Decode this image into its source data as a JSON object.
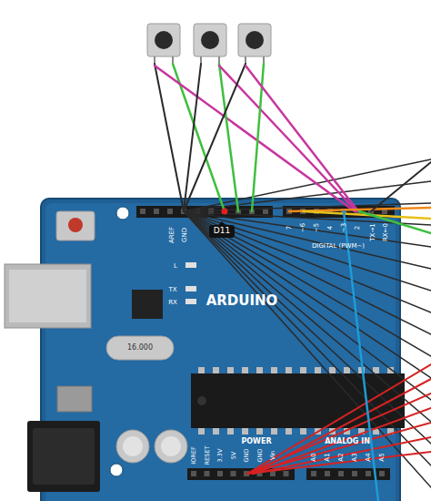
{
  "diagram": {
    "nodes": [
      {
        "text": [
          "D11"
        ]
      }
    ],
    "labels": [
      "AREF",
      "GND",
      "L",
      "TX",
      "RX",
      "ARDUINO",
      "DIGITAL (PWM~)",
      "7",
      "~6",
      "~5",
      "4",
      "~3",
      "2",
      "TX→1",
      "RX←0",
      "16.000",
      "POWER",
      "ANALOG IN",
      "IOREF",
      "RESET",
      "3.3V",
      "5V",
      "GND",
      "GND",
      "Vin",
      "A0",
      "A1",
      "A2",
      "A3",
      "A4",
      "A5"
    ]
  }
}
